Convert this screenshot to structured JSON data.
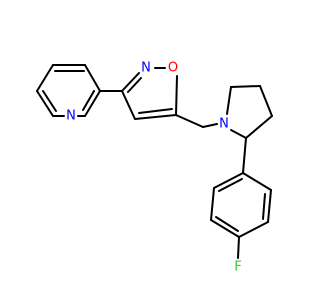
{
  "molecule": {
    "atoms": {
      "pyridine_n": {
        "symbol": "N",
        "color": "#0000ff"
      },
      "isoxazole_n": {
        "symbol": "N",
        "color": "#0000ff"
      },
      "isoxazole_o": {
        "symbol": "O",
        "color": "#ff0000"
      },
      "pyrrolidine_n": {
        "symbol": "N",
        "color": "#0000ff"
      },
      "fluorine": {
        "symbol": "F",
        "color": "#33cc33"
      }
    }
  }
}
